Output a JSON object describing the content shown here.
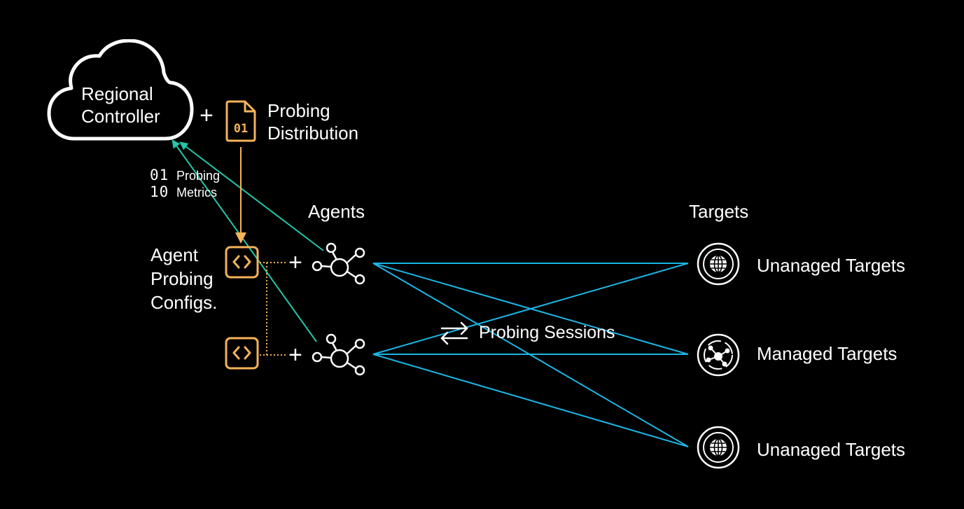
{
  "cloud": {
    "line1": "Regional",
    "line2": "Controller"
  },
  "distribution": {
    "line1": "Probing",
    "line2": "Distribution",
    "file_glyph": "01"
  },
  "metrics": {
    "digits_top": "01",
    "digits_bottom": "10",
    "label_top": "Probing",
    "label_bottom": "Metrics"
  },
  "agents": {
    "heading": "Agents",
    "count": 2
  },
  "configs": {
    "line1": "Agent",
    "line2": "Probing",
    "line3": "Configs."
  },
  "sessions": {
    "label": "Probing Sessions",
    "icon": "swap-arrows-icon"
  },
  "targets": {
    "heading": "Targets",
    "items": [
      {
        "label": "Unanaged Targets",
        "icon": "globe-icon"
      },
      {
        "label": "Managed Targets",
        "icon": "network-globe-icon"
      },
      {
        "label": "Unanaged Targets",
        "icon": "globe-icon"
      }
    ]
  },
  "plus_symbol": "+",
  "colors": {
    "background": "#000000",
    "orange": "#F5B35A",
    "teal": "#22C7A9",
    "blue": "#19B6E6",
    "white": "#FFFFFF"
  }
}
